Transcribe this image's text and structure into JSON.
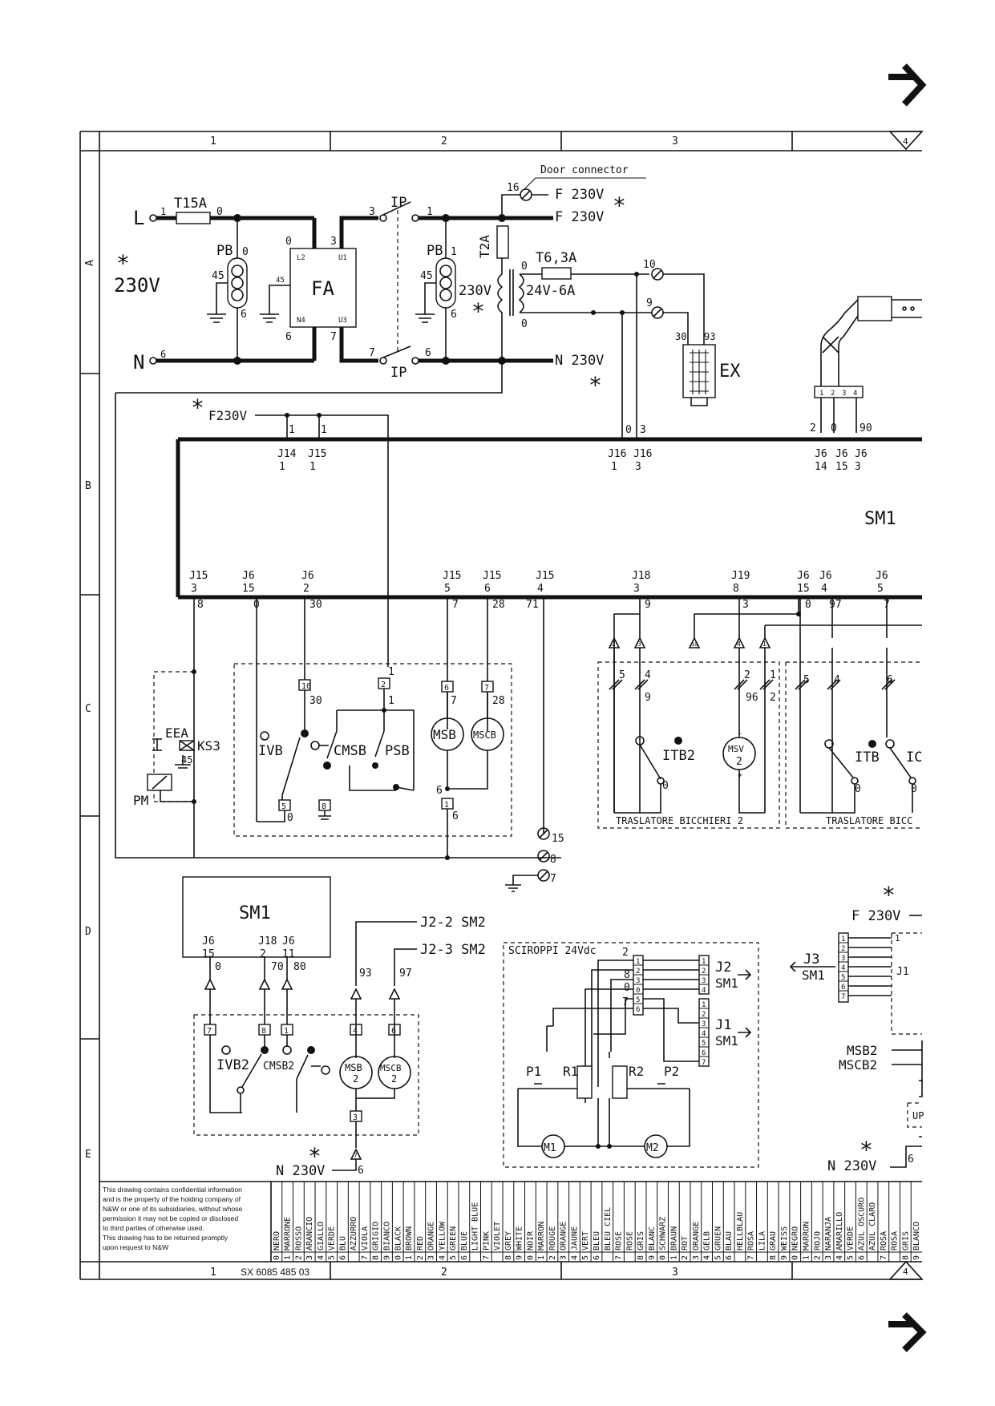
{
  "document_code": "SX 6085 485 03",
  "grid": {
    "columns": [
      "1",
      "2",
      "3",
      "4"
    ],
    "rows": [
      "A",
      "B",
      "C",
      "D",
      "E"
    ]
  },
  "power_section": {
    "l_label": "L",
    "n_label": "N",
    "fuse_main": "T15A",
    "voltage_main": "230V",
    "filter": "FA",
    "filter_pins": [
      "L2",
      "U1",
      "N4",
      "U3",
      "45"
    ],
    "door_connector": "Door connector",
    "f230": "F 230V",
    "n230": "N 230V",
    "ip": "IP",
    "pb": "PB",
    "t2a": "T2A",
    "t63a": "T6,3A",
    "secondary": "24V-6A",
    "primary": "230V",
    "ex": "EX",
    "f230v_board": "F230V",
    "star": "*"
  },
  "board": {
    "name": "SM1",
    "top_connectors": [
      {
        "label": "J14",
        "pin": "1"
      },
      {
        "label": "J15",
        "pin": "1"
      },
      {
        "label": "J16",
        "pin": "1"
      },
      {
        "label": "J16",
        "pin": "3"
      },
      {
        "label": "J6",
        "pin": "14"
      },
      {
        "label": "J6",
        "pin": "15"
      },
      {
        "label": "J6",
        "pin": "3"
      }
    ],
    "bottom_connectors": [
      {
        "label": "J15",
        "pin": "3"
      },
      {
        "label": "J6",
        "pin": "15"
      },
      {
        "label": "J6",
        "pin": "2"
      },
      {
        "label": "J15",
        "pin": "5"
      },
      {
        "label": "J15",
        "pin": "6"
      },
      {
        "label": "J15",
        "pin": "4"
      },
      {
        "label": "J18",
        "pin": "3"
      },
      {
        "label": "J19",
        "pin": "8"
      },
      {
        "label": "J6",
        "pin": "15"
      },
      {
        "label": "J6",
        "pin": "4"
      },
      {
        "label": "J6",
        "pin": "5"
      }
    ]
  },
  "components": {
    "ivb": "IVB",
    "cmsb": "CMSB",
    "psb": "PSB",
    "msb": "MSB",
    "mscb": "MSCB",
    "eea": "EEA",
    "ks3": "KS3",
    "pm": "PM",
    "itb2": "ITB2",
    "msv": "MSV",
    "msv_num": "2",
    "itb": "ITB",
    "ic": "IC",
    "translatore2": "TRASLATORE BICCHIERI 2",
    "translatore": "TRASLATORE BICC"
  },
  "lower_section": {
    "sm1": "SM1",
    "j22": "J2-2 SM2",
    "j23": "J2-3 SM2",
    "ivb2": "IVB2",
    "cmsb2": "CMSB2",
    "msb2": "MSB",
    "mscb2": "MSCB",
    "two": "2",
    "n230v": "N 230V",
    "sciroppi": "SCIROPPI 24Vdc",
    "p1": "P1",
    "r1": "R1",
    "r2": "R2",
    "p2": "P2",
    "m1": "M1",
    "m2": "M2",
    "j2": "J2",
    "j1": "J1",
    "sm1_small": "SM1",
    "j3": "J3",
    "f230v": "F 230V",
    "msb2_label": "MSB2",
    "mscb2_label": "MSCB2",
    "up": "UP",
    "j1_right": "J1"
  },
  "disclaimer": [
    "This drawing contains confidential information",
    "and is the property of the holding company of",
    "N&W or one of its subsidiaries, without whose",
    "permission it may not be copied or disclosed",
    "to third parties of otherwise used.",
    "This drawing has to be returned promptly",
    "upon request to N&W"
  ],
  "color_codes": [
    [
      "0",
      "NERO"
    ],
    [
      "1",
      "MARRONE"
    ],
    [
      "2",
      "ROSSO"
    ],
    [
      "3",
      "ARANCIO"
    ],
    [
      "4",
      "GIALLO"
    ],
    [
      "5",
      "VERDE"
    ],
    [
      "6",
      "BLU"
    ],
    [
      "",
      "AZZURRO"
    ],
    [
      "7",
      "VIOLA"
    ],
    [
      "8",
      "GRIGIO"
    ],
    [
      "9",
      "BIANCO"
    ],
    [
      "0",
      "BLACK"
    ],
    [
      "1",
      "BROWN"
    ],
    [
      "2",
      "RED"
    ],
    [
      "3",
      "ORANGE"
    ],
    [
      "4",
      "YELLOW"
    ],
    [
      "5",
      "GREEN"
    ],
    [
      "6",
      "BLUE"
    ],
    [
      "",
      "LIGHT BLUE"
    ],
    [
      "7",
      "PINK"
    ],
    [
      "",
      "VIOLET"
    ],
    [
      "8",
      "GREY"
    ],
    [
      "9",
      "WHITE"
    ],
    [
      "0",
      "NOIR"
    ],
    [
      "1",
      "MARRON"
    ],
    [
      "2",
      "ROUGE"
    ],
    [
      "3",
      "ORANGE"
    ],
    [
      "4",
      "JAUNE"
    ],
    [
      "5",
      "VERT"
    ],
    [
      "6",
      "BLEU"
    ],
    [
      "",
      "BLEU CIEL"
    ],
    [
      "7",
      "ROSE"
    ],
    [
      "",
      "ROSE"
    ],
    [
      "8",
      "GRIS"
    ],
    [
      "9",
      "BLANC"
    ],
    [
      "0",
      "SCHWARZ"
    ],
    [
      "1",
      "BRAUN"
    ],
    [
      "2",
      "ROT"
    ],
    [
      "3",
      "ORANGE"
    ],
    [
      "4",
      "GELB"
    ],
    [
      "5",
      "GRUEN"
    ],
    [
      "6",
      "BLAU"
    ],
    [
      "",
      "HELLBLAU"
    ],
    [
      "7",
      "ROSA"
    ],
    [
      "",
      "LILA"
    ],
    [
      "8",
      "GRAU"
    ],
    [
      "9",
      "WEISS"
    ],
    [
      "0",
      "NEGRO"
    ],
    [
      "1",
      "MARRON"
    ],
    [
      "2",
      "ROJO"
    ],
    [
      "3",
      "NARANJA"
    ],
    [
      "4",
      "AMARILLO"
    ],
    [
      "5",
      "VERDE"
    ],
    [
      "6",
      "AZUL OSCURO"
    ],
    [
      "",
      "AZUL CLARO"
    ],
    [
      "7",
      "ROSA"
    ],
    [
      "",
      "ROSA"
    ],
    [
      "8",
      "GRIS"
    ],
    [
      "9",
      "BLANCO"
    ]
  ],
  "colors": {
    "ink": "#111111",
    "paper": "#ffffff"
  },
  "icons": [
    "arrow-right-icon",
    "ground-icon",
    "star-icon"
  ]
}
